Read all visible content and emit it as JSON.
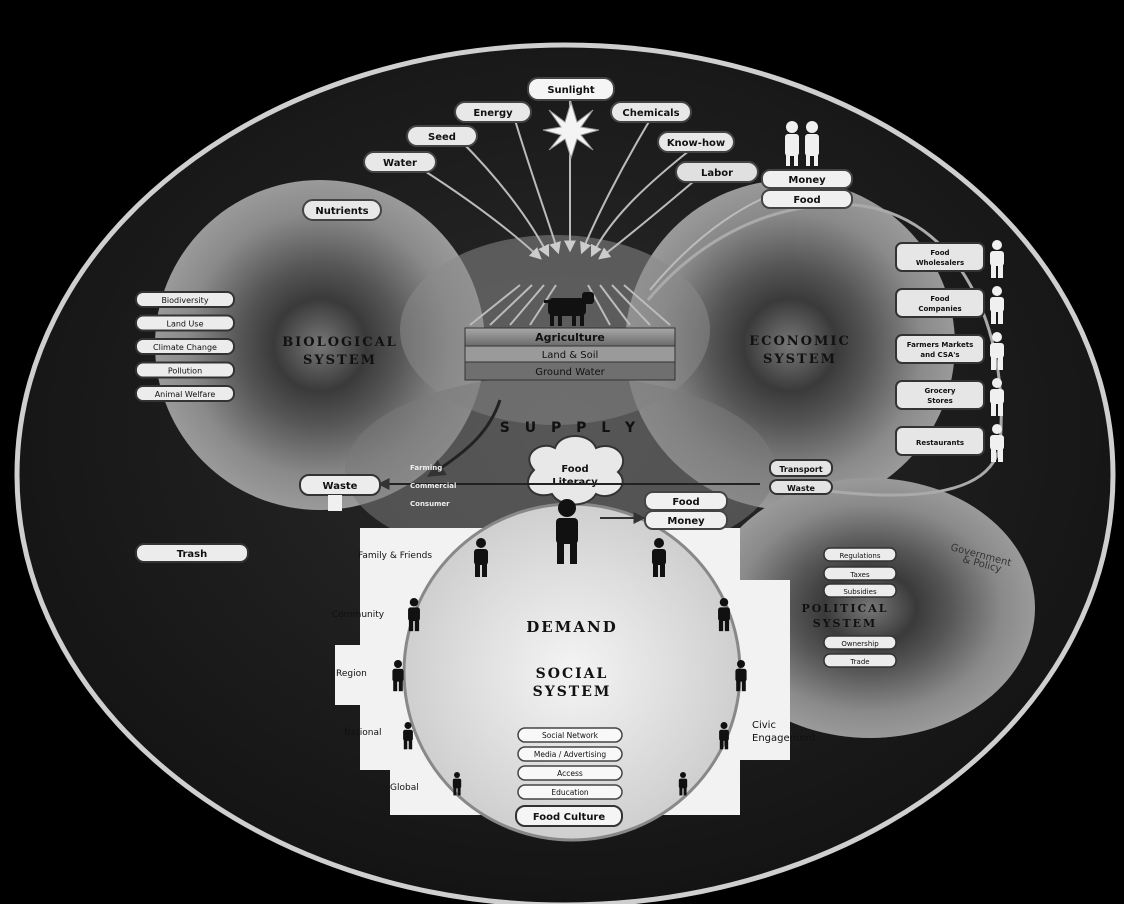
{
  "inputs": {
    "sunlight": "Sunlight",
    "energy": "Energy",
    "chemicals": "Chemicals",
    "seed": "Seed",
    "know_how": "Know-how",
    "water": "Water",
    "labor": "Labor",
    "nutrients": "Nutrients"
  },
  "agriculture": {
    "title": "Agriculture",
    "land_soil": "Land & Soil",
    "ground_water": "Ground Water"
  },
  "flows_top": {
    "money": "Money",
    "food": "Food"
  },
  "biological": {
    "title_1": "BIOLOGICAL",
    "title_2": "SYSTEM",
    "items": [
      "Biodiversity",
      "Land Use",
      "Climate Change",
      "Pollution",
      "Animal Welfare"
    ]
  },
  "economic": {
    "title_1": "ECONOMIC",
    "title_2": "SYSTEM",
    "actors": [
      [
        "Food",
        "Wholesalers"
      ],
      [
        "Food",
        "Companies"
      ],
      [
        "Farmers Markets",
        "and CSA's"
      ],
      [
        "Grocery",
        "Stores"
      ],
      [
        "Restaurants"
      ]
    ]
  },
  "supply": "S U P P L Y",
  "food_literacy": {
    "line_1": "Food",
    "line_2": "Literacy"
  },
  "waste_flows": {
    "waste": "Waste",
    "farming": "Farming",
    "commercial": "Commercial",
    "consumer": "Consumer",
    "transport": "Transport",
    "waste_small": "Waste"
  },
  "consumer_flows": {
    "food": "Food",
    "money": "Money"
  },
  "trash": "Trash",
  "political": {
    "title_1": "POLITICAL",
    "title_2": "SYSTEM",
    "items": [
      "Regulations",
      "Taxes",
      "Subsidies",
      "Ownership",
      "Trade"
    ],
    "side_1": "Government",
    "side_2": "& Policy"
  },
  "social": {
    "demand": "DEMAND",
    "title_1": "SOCIAL",
    "title_2": "SYSTEM",
    "levels": [
      "Family & Friends",
      "Community",
      "Region",
      "National",
      "Global"
    ],
    "civic_1": "Civic",
    "civic_2": "Engagement",
    "items": [
      "Social Network",
      "Media / Advertising",
      "Access",
      "Education"
    ],
    "food_culture": "Food Culture"
  }
}
